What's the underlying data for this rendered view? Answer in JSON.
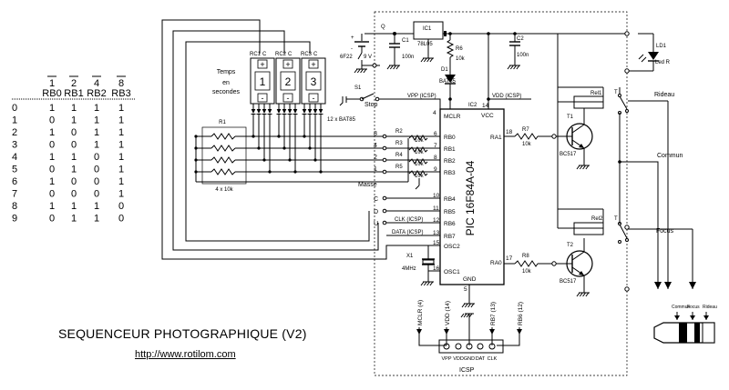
{
  "title": "SEQUENCEUR PHOTOGRAPHIQUE (V2)",
  "url": "http://www.rotilom.com",
  "truth_table": {
    "header_bars": [
      "1",
      "2",
      "4",
      "8"
    ],
    "columns": [
      "RB0",
      "RB1",
      "RB2",
      "RB3"
    ],
    "rows": [
      {
        "n": "0",
        "v": [
          "1",
          "1",
          "1",
          "1"
        ]
      },
      {
        "n": "1",
        "v": [
          "0",
          "1",
          "1",
          "1"
        ]
      },
      {
        "n": "2",
        "v": [
          "1",
          "0",
          "1",
          "1"
        ]
      },
      {
        "n": "3",
        "v": [
          "0",
          "0",
          "1",
          "1"
        ]
      },
      {
        "n": "4",
        "v": [
          "1",
          "1",
          "0",
          "1"
        ]
      },
      {
        "n": "5",
        "v": [
          "0",
          "1",
          "0",
          "1"
        ]
      },
      {
        "n": "6",
        "v": [
          "1",
          "0",
          "0",
          "1"
        ]
      },
      {
        "n": "7",
        "v": [
          "0",
          "0",
          "0",
          "1"
        ]
      },
      {
        "n": "8",
        "v": [
          "1",
          "1",
          "1",
          "0"
        ]
      },
      {
        "n": "9",
        "v": [
          "0",
          "1",
          "1",
          "0"
        ]
      }
    ]
  },
  "switches": {
    "title": "Temps",
    "subtitle": "en",
    "subtitle2": "secondes",
    "labels": [
      "RC1",
      "RC2",
      "RC3"
    ],
    "digits": [
      "1",
      "2",
      "3"
    ],
    "plus": "+",
    "minus": "-",
    "c": "C",
    "diodes_label": "12 x BAT85"
  },
  "r1": {
    "name": "R1",
    "value": "4 x 10k"
  },
  "inputs": {
    "numbers": [
      "8",
      "4",
      "2",
      "1"
    ],
    "resistors": [
      "R2",
      "R3",
      "R4",
      "R5"
    ],
    "values": [
      "10k",
      "10k",
      "10k",
      "10k"
    ],
    "masse": "Masse",
    "c_letters": [
      "C",
      "D",
      "U"
    ]
  },
  "pic": {
    "name": "PIC 16F84A-04",
    "ref": "IC2",
    "left_pins": [
      {
        "num": "4",
        "name": "MCLR"
      },
      {
        "num": "6",
        "name": "RB0"
      },
      {
        "num": "7",
        "name": "RB1"
      },
      {
        "num": "8",
        "name": "RB2"
      },
      {
        "num": "9",
        "name": "RB3"
      },
      {
        "num": "10",
        "name": "RB4"
      },
      {
        "num": "11",
        "name": "RB5"
      },
      {
        "num": "12",
        "name": "RB6"
      },
      {
        "num": "13",
        "name": "RB7"
      },
      {
        "num": "15",
        "name": "OSC2"
      },
      {
        "num": "16",
        "name": "OSC1"
      }
    ],
    "vcc": {
      "num": "14",
      "name": "VCC"
    },
    "gnd": {
      "num": "5",
      "name": "GND"
    },
    "ra1": {
      "num": "18",
      "name": "RA1"
    },
    "ra0": {
      "num": "17",
      "name": "RA0"
    }
  },
  "nets": {
    "vpp": "VPP (ICSP)",
    "vdd": "VDD (ICSP)",
    "clk": "CLK (ICSP)",
    "data": "DATA (ICSP)"
  },
  "power": {
    "q": "Q",
    "ic1": "IC1",
    "reg": "78L05",
    "c1": "C1",
    "c1v": "100n",
    "c2": "C2",
    "c2v": "100n",
    "r6": "R6",
    "r6v": "10k",
    "d1": "D1",
    "d1v": "BAT85",
    "battery": "6F22",
    "volts": "9 V",
    "plus": "+",
    "minus": "-"
  },
  "stop": {
    "name": "S1",
    "label": "Stop"
  },
  "crystal": {
    "name": "X1",
    "value": "4MHz"
  },
  "outputs": {
    "r7": "R7",
    "r7v": "10k",
    "r8": "R8",
    "r8v": "10k",
    "t1": "T1",
    "t1v": "BC517",
    "t2": "T2",
    "t2v": "BC517",
    "rel1": "Rel1",
    "rel2": "Rel2",
    "t": "T",
    "ld1": "LD1",
    "ld1v": "Led R",
    "rideau": "Rideau",
    "commun": "Commun",
    "focus": "Focus"
  },
  "jack": {
    "labels": [
      "Commun",
      "Focus",
      "Rideau"
    ]
  },
  "icsp": {
    "name": "ICSP",
    "pins": [
      "VPP",
      "VDD",
      "GND",
      "DAT",
      "CLK"
    ],
    "vert": [
      "MCLR (4)",
      "VDD (14)",
      "RB7 (13)",
      "RB6 (12)"
    ]
  }
}
